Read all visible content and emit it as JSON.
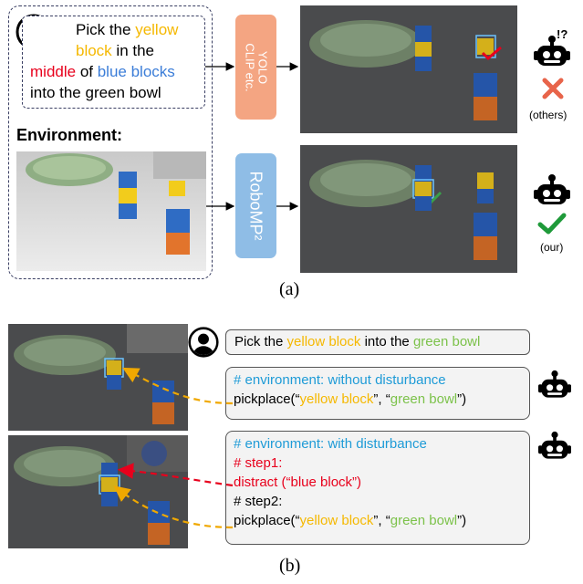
{
  "panel_a": {
    "instruction": {
      "w1": "Pick the ",
      "w2": "yellow",
      "w3": "block",
      "w4": " in the",
      "w5": "middle",
      "w6": " of ",
      "w7": "blue blocks",
      "w8": "into the green bowl"
    },
    "environment_label": "Environment:",
    "model_top": "YOLO\nCLIP etc.",
    "model_bottom": "RoboMP²",
    "others_label": "(others)",
    "ours_label": "(our)",
    "caption": "(a)"
  },
  "panel_b": {
    "instruction": {
      "w1": "Pick the ",
      "w2": "yellow block",
      "w3": " into the ",
      "w4": "green bowl"
    },
    "code1": {
      "comment": "# environment: without disturbance",
      "call_start": "pickplace(“",
      "arg1": "yellow block",
      "sep": "”,  “",
      "arg2": "green bowl",
      "call_end": "”)"
    },
    "code2": {
      "comment": "# environment: with disturbance",
      "step1": "# step1:",
      "distract": "distract (“blue block”)",
      "step2": "# step2:",
      "call_start": "pickplace(“",
      "arg1": "yellow block",
      "sep": "”,  “",
      "arg2": "green bowl",
      "call_end": "”)"
    },
    "caption": "(b)"
  },
  "colors": {
    "yellow": "#f5b800",
    "red": "#e8001c",
    "blue": "#3b7dd8",
    "green": "#7cc24a",
    "cyan": "#1e9bd7",
    "orange_box": "#f4a582",
    "blue_box": "#8fbde6"
  }
}
